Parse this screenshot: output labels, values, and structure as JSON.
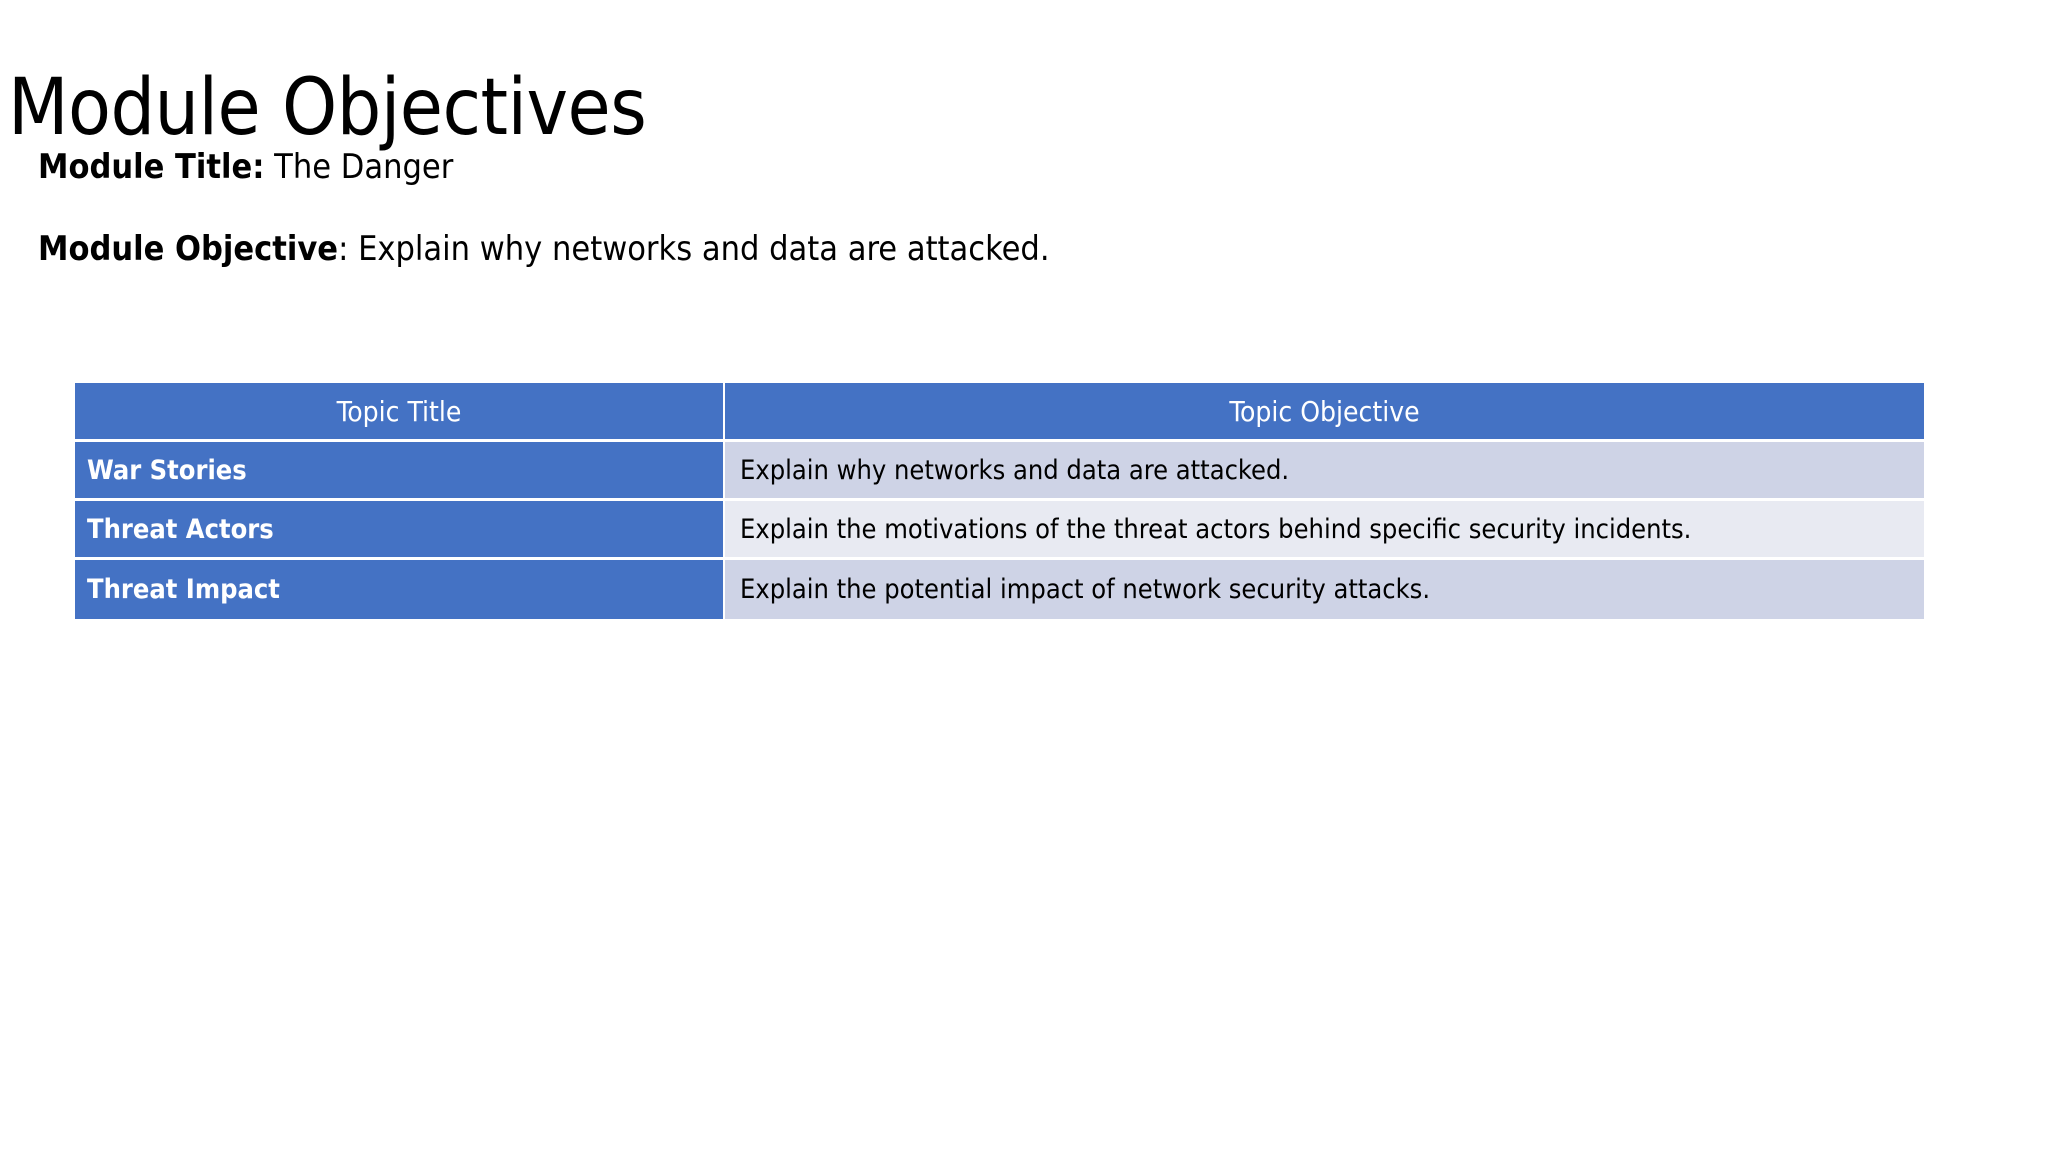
{
  "slide": {
    "title": "Module Objectives",
    "background_color": "#FFFFFF",
    "body": {
      "module_title_label": "Module Title:",
      "module_title_value": "The Danger",
      "module_objective_label": "Module Objective",
      "module_objective_value": ": Explain why networks and data are attacked."
    },
    "table": {
      "accent_color": "#4472C4",
      "band_dark_color": "#CED3E6",
      "band_light_color": "#E8EAF2",
      "header_text_color": "#FFFFFF",
      "columns": [
        "Topic Title",
        "Topic Objective"
      ],
      "rows": [
        {
          "topic_title": "War Stories",
          "topic_objective": "Explain why networks and data are attacked.",
          "band": "dark"
        },
        {
          "topic_title": "Threat Actors",
          "topic_objective": "Explain the motivations of the threat actors behind specific security incidents.",
          "band": "light"
        },
        {
          "topic_title": "Threat Impact",
          "topic_objective": "Explain the potential impact of network security attacks.",
          "band": "dark"
        }
      ]
    }
  }
}
